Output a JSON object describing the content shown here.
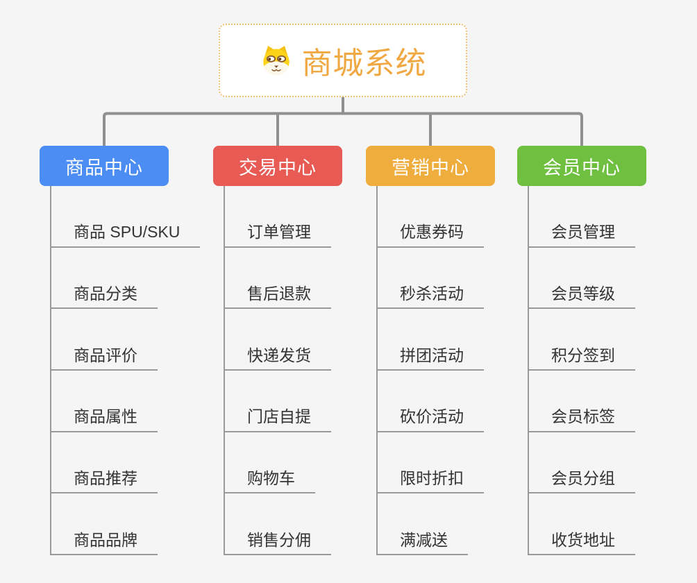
{
  "root": {
    "title": "商城系统",
    "icon": "shiba-dog-icon"
  },
  "branches": [
    {
      "label": "商品中心",
      "color": "#4b8df2",
      "items": [
        "商品 SPU/SKU",
        "商品分类",
        "商品评价",
        "商品属性",
        "商品推荐",
        "商品品牌"
      ]
    },
    {
      "label": "交易中心",
      "color": "#e85a54",
      "items": [
        "订单管理",
        "售后退款",
        "快递发货",
        "门店自提",
        "购物车",
        "销售分佣"
      ]
    },
    {
      "label": "营销中心",
      "color": "#eead3d",
      "items": [
        "优惠券码",
        "秒杀活动",
        "拼团活动",
        "砍价活动",
        "限时折扣",
        "满减送"
      ]
    },
    {
      "label": "会员中心",
      "color": "#6fc041",
      "items": [
        "会员管理",
        "会员等级",
        "积分签到",
        "会员标签",
        "会员分组",
        "收货地址"
      ]
    }
  ],
  "colors": {
    "background": "#f5f5f6",
    "connector": "#909090",
    "item_line": "#999999",
    "item_text": "#333333",
    "root_accent": "#f0a843",
    "root_border": "#f3c179"
  }
}
